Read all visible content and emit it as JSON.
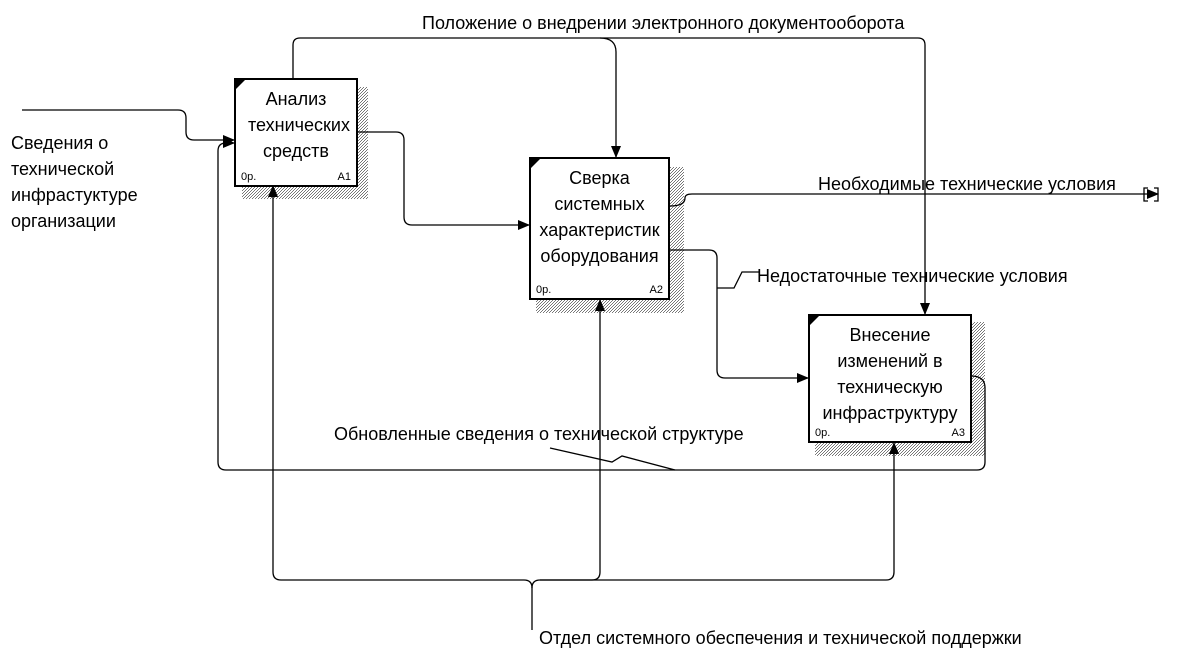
{
  "boxes": [
    {
      "id": "A1",
      "title": "Анализ технических средств",
      "cost": "0р.",
      "node": "A1"
    },
    {
      "id": "A2",
      "title": "Сверка системных характеристик оборудования",
      "cost": "0р.",
      "node": "A2"
    },
    {
      "id": "A3",
      "title": "Внесение изменений в техническую инфраструктуру",
      "cost": "0р.",
      "node": "A3"
    }
  ],
  "labels": {
    "control_top": "Положение о внедрении электронного документооборота",
    "input_left": "Сведения о технической инфрастуктуре организации",
    "output_right": "Необходимые технические условия",
    "a2_to_a3": "Недостаточные технические условия",
    "feedback": "Обновленные сведения о технической структуре",
    "mechanism": "Отдел системного обеспечения и технической поддержки"
  }
}
